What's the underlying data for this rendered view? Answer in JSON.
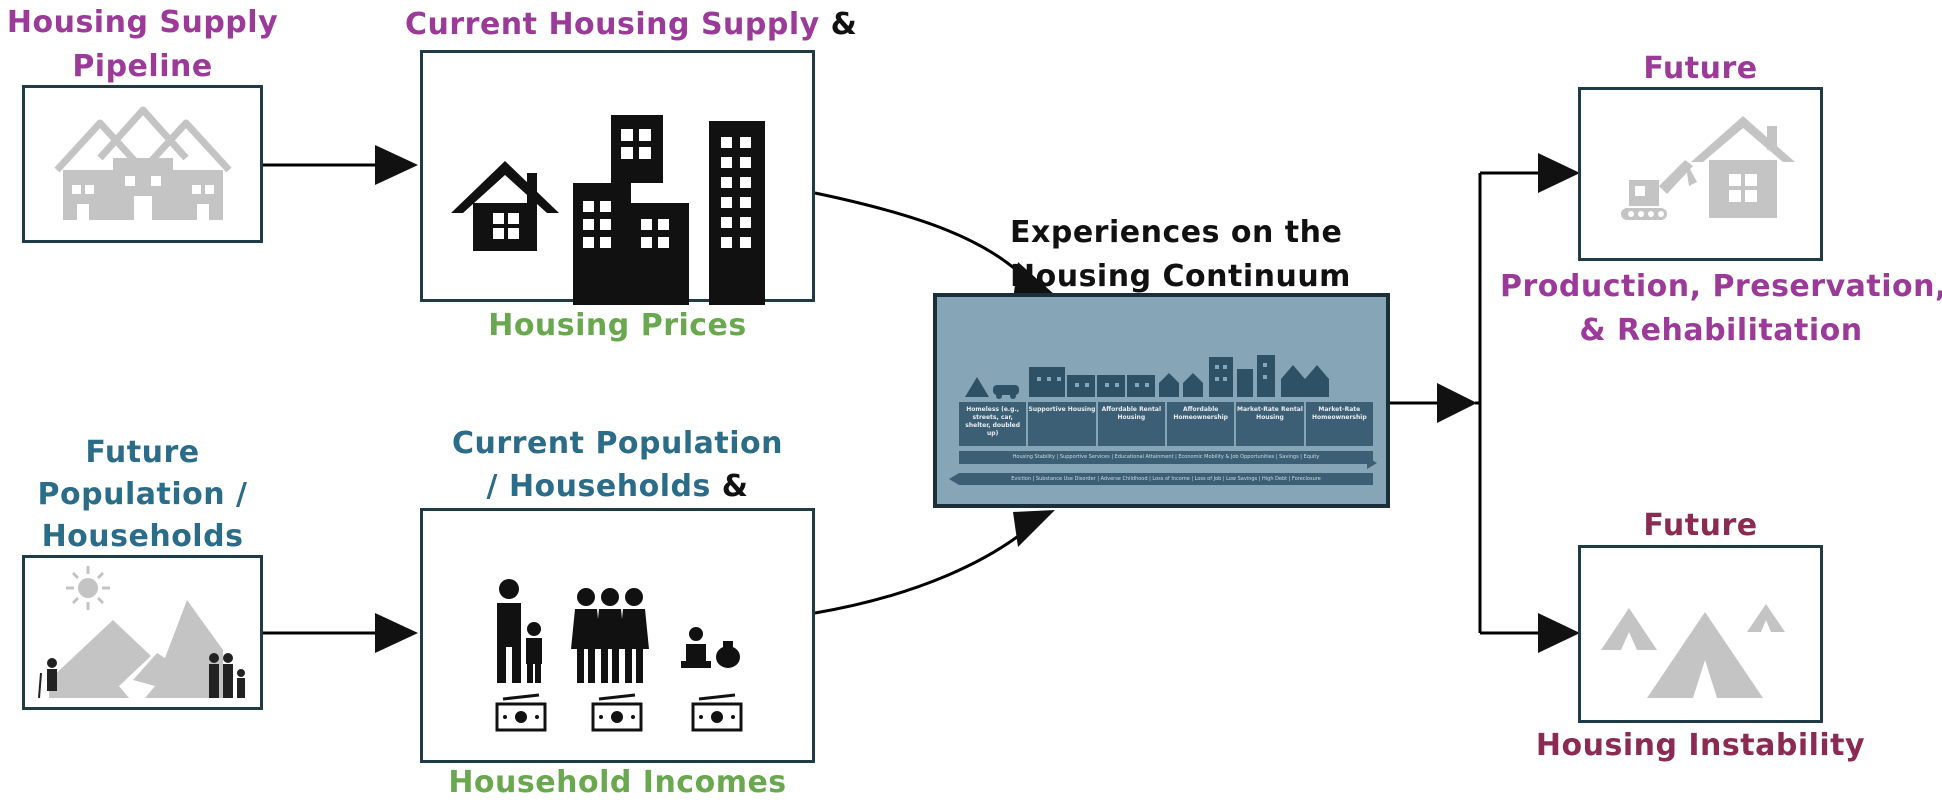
{
  "labels": {
    "supply_pipeline": [
      "Housing Supply",
      "Pipeline"
    ],
    "current_supply": "Current Housing Supply",
    "amp": "&",
    "housing_prices": "Housing Prices",
    "future_population": [
      "Future",
      "Population /",
      "Households"
    ],
    "current_population_l1": "Current Population",
    "current_population_l2": "/ Households",
    "household_incomes": "Household Incomes",
    "experiences": [
      "Experiences on the",
      "Housing Continuum"
    ],
    "future_top": "Future",
    "production": [
      "Production, Preservation,",
      "& Rehabilitation"
    ],
    "future_bottom": "Future",
    "instability": "Housing Instability"
  },
  "continuum": {
    "columns": [
      "Homeless (e.g., streets, car, shelter, doubled up)",
      "Supportive Housing",
      "Affordable Rental Housing",
      "Affordable Homeownership",
      "Market-Rate Rental Housing",
      "Market-Rate Homeownership"
    ],
    "band_top": "Housing Stability | Supportive Services | Educational Attainment | Economic Mobility & Job Opportunities | Savings | Equity",
    "band_bottom": "Eviction | Substance Use Disorder | Adverse Childhood | Loss of Income | Loss of Job | Low Savings | High Debt | Foreclosure"
  },
  "colors": {
    "purple": "#9b3a98",
    "teal": "#2b6c88",
    "green": "#6aa84f",
    "maroon": "#8b2a52",
    "box_border": "#1f3b45",
    "icon_gray": "#c4c4c4",
    "continuum_bg": "#86a6b8",
    "continuum_dark": "#3d5f75"
  },
  "icons": {
    "pipeline_box": "houses-outline-icon",
    "supply_box": "house-and-buildings-icon",
    "future_pop_box": "mountains-people-icon",
    "population_box": "families-money-icon",
    "production_box": "excavator-house-icon",
    "instability_box": "tents-icon"
  }
}
